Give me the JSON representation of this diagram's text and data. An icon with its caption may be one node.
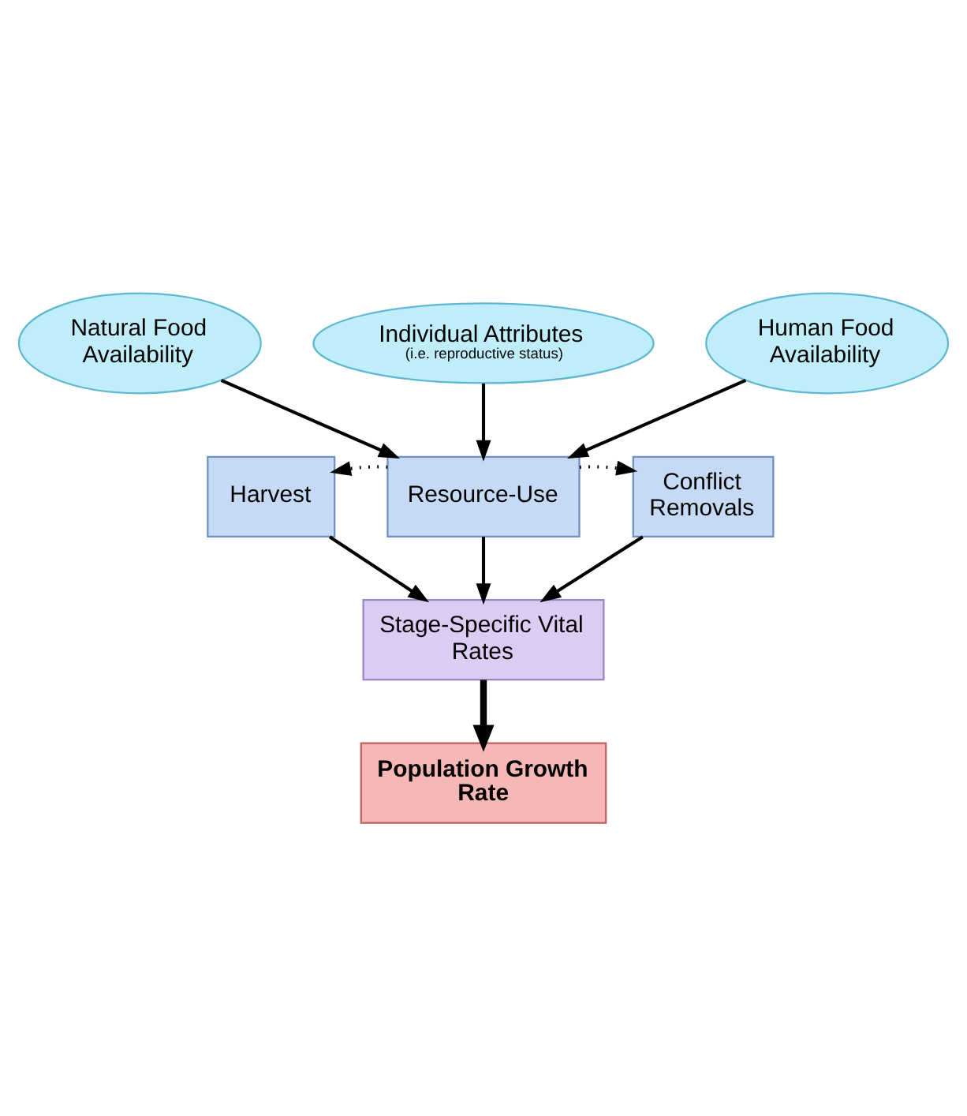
{
  "diagram": {
    "nodes": [
      {
        "text": [
          "Individual Attributes",
          "(i.e. reproductive status)"
        ]
      },
      {
        "text": [
          "Natural Food Availability"
        ]
      },
      {
        "text": [
          "Human Food Availability"
        ]
      },
      {
        "text": [
          "Resource-Use"
        ]
      },
      {
        "text": [
          "Harvest"
        ]
      },
      {
        "text": [
          "Conflict Removals"
        ]
      },
      {
        "text": [
          "Stage-Specific Vital Rates"
        ]
      },
      {
        "text": [
          "Population Growth Rate"
        ]
      }
    ],
    "edges": [
      {
        "from": 1,
        "to": 3,
        "arrow": "to"
      },
      {
        "from": 0,
        "to": 3,
        "arrow": "to"
      },
      {
        "from": 2,
        "to": 3,
        "arrow": "to"
      },
      {
        "from": 3,
        "to": 4,
        "arrow": "to",
        "style": "dashed"
      },
      {
        "from": 3,
        "to": 5,
        "arrow": "to",
        "style": "dashed"
      },
      {
        "from": 4,
        "to": 6,
        "arrow": "to"
      },
      {
        "from": 3,
        "to": 6,
        "arrow": "to"
      },
      {
        "from": 5,
        "to": 6,
        "arrow": "to"
      },
      {
        "from": 6,
        "to": 7,
        "arrow": "to",
        "style": "thick"
      }
    ]
  }
}
